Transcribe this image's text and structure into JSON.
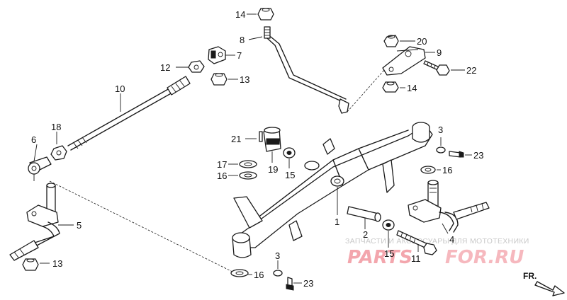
{
  "callouts": {
    "c1": "1",
    "c2": "2",
    "c3a": "3",
    "c3b": "3",
    "c4": "4",
    "c5": "5",
    "c6": "6",
    "c7": "7",
    "c8": "8",
    "c9": "9",
    "c10": "10",
    "c11": "11",
    "c12": "12",
    "c13a": "13",
    "c13b": "13",
    "c14a": "14",
    "c14b": "14",
    "c15a": "15",
    "c15b": "15",
    "c16a": "16",
    "c16b": "16",
    "c16c": "16",
    "c17": "17",
    "c18": "18",
    "c19": "19",
    "c20": "20",
    "c21": "21",
    "c22": "22",
    "c23a": "23",
    "c23b": "23"
  },
  "direction_label": "FR.",
  "watermark": {
    "caption": "ЗАПЧАСТИ И АКСЕССУАРЫ ДЛЯ МОТОТЕХНИКИ",
    "logo_left": "PARTS",
    "logo_right": "FOR.RU"
  },
  "colors": {
    "line": "#1a1a1a",
    "watermark_logo": "#f3a6ad",
    "watermark_caption": "#c9c9c9"
  }
}
